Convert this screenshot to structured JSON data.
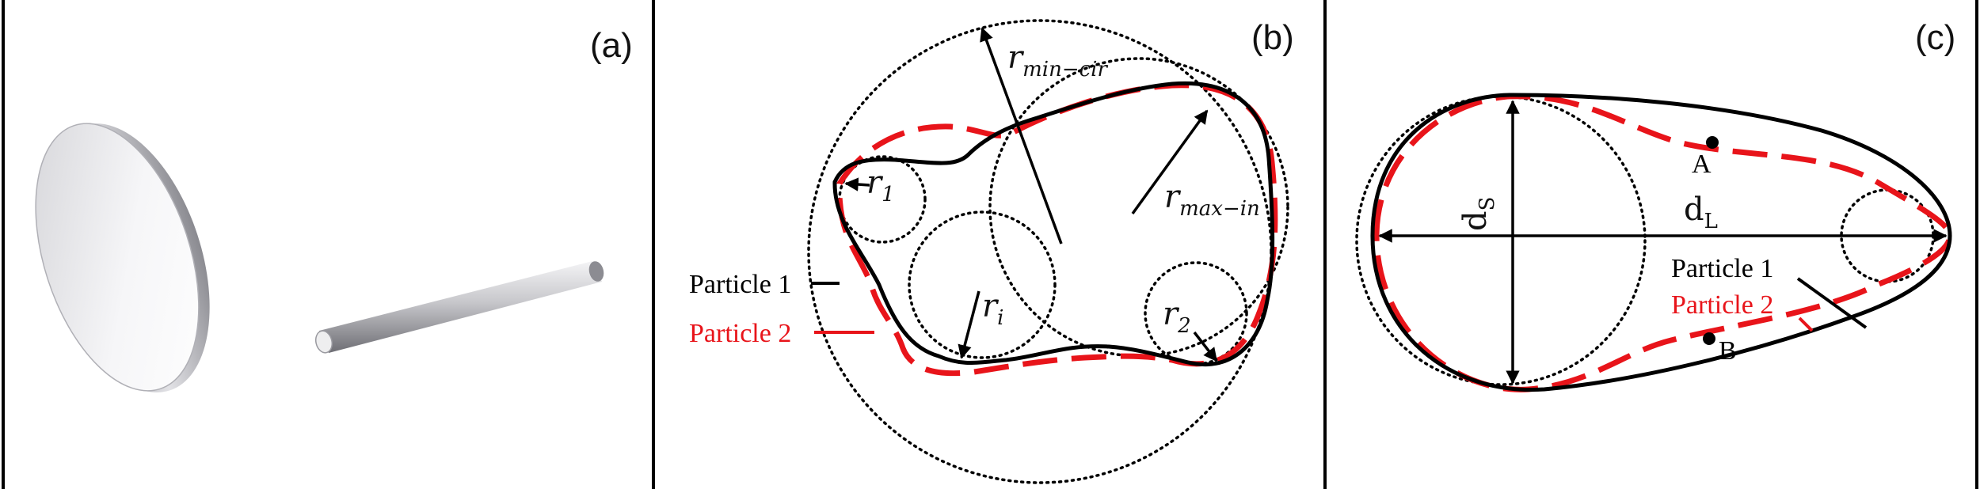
{
  "panels": {
    "a": {
      "label": "(a)"
    },
    "b": {
      "label": "(b)",
      "symbols": {
        "r_min_cir": {
          "base": "r",
          "sub": "min−cir"
        },
        "r_max_in": {
          "base": "r",
          "sub": "max−in"
        },
        "r_1": {
          "base": "r",
          "sub": "1"
        },
        "r_2": {
          "base": "r",
          "sub": "2"
        },
        "r_i": {
          "base": "r",
          "sub": "i"
        }
      },
      "legend": {
        "particle1": "Particle 1",
        "particle2": "Particle 2"
      }
    },
    "c": {
      "label": "(c)",
      "symbols": {
        "d_S": {
          "base": "d",
          "sub": "S"
        },
        "d_L": {
          "base": "d",
          "sub": "L"
        }
      },
      "points": {
        "A": "A",
        "B": "B"
      },
      "legend": {
        "particle1": "Particle 1",
        "particle2": "Particle 2"
      }
    }
  },
  "colors": {
    "particle1": "#000000",
    "particle2": "#e8141a",
    "divider": "#000000",
    "disk_face": "#e9e9ec",
    "rod": "#c9c9cc"
  }
}
